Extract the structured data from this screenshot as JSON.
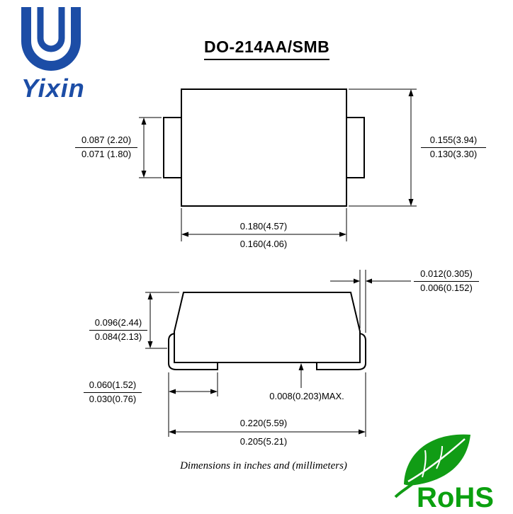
{
  "logo": {
    "company": "Yixin"
  },
  "title": "DO-214AA/SMB",
  "top_view": {
    "terminal_width": {
      "max": "0.087 (2.20)",
      "min": "0.071 (1.80)"
    },
    "body_height": {
      "max": "0.155(3.94)",
      "min": "0.130(3.30)"
    },
    "body_width": {
      "max": "0.180(4.57)",
      "min": "0.160(4.06)"
    }
  },
  "side_view": {
    "lead_thickness": {
      "max": "0.012(0.305)",
      "min": "0.006(0.152)"
    },
    "height": {
      "max": "0.096(2.44)",
      "min": "0.084(2.13)"
    },
    "lead_length": {
      "max": "0.060(1.52)",
      "min": "0.030(0.76)"
    },
    "standoff": "0.008(0.203)MAX.",
    "overall_width": {
      "max": "0.220(5.59)",
      "min": "0.205(5.21)"
    }
  },
  "footer": {
    "note": "Dimensions in inches and (millimeters)"
  },
  "rohs": {
    "label": "RoHS",
    "leaf_icon": "leaf",
    "green": "#0ba00f"
  },
  "colors": {
    "logo_blue": "#1c4da6",
    "line": "#000000",
    "background": "#ffffff"
  }
}
